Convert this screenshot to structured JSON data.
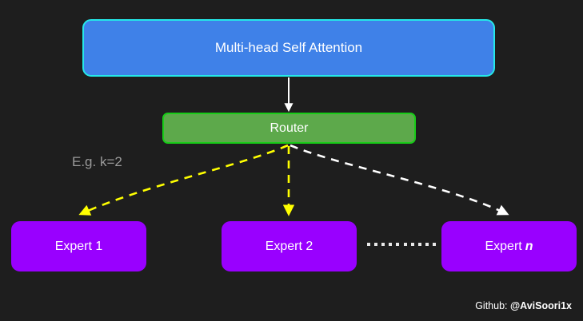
{
  "diagram": {
    "title": "Mixture of Experts routing diagram",
    "background_color": "#1e1e1e",
    "nodes": {
      "attention": {
        "label": "Multi-head Self Attention",
        "fill_color": "#3f81e8",
        "border_color": "#25e8e8"
      },
      "router": {
        "label": "Router",
        "fill_color": "#5da94b",
        "border_color": "#18cc18"
      },
      "expert_1": {
        "label": "Expert 1",
        "fill_color": "#9900ff"
      },
      "expert_2": {
        "label": "Expert 2",
        "fill_color": "#9900ff"
      },
      "expert_n": {
        "label_prefix": "Expert",
        "label_index": "n",
        "fill_color": "#9900ff"
      }
    },
    "annotations": {
      "k_label": "E.g. k=2",
      "k_label_color": "#9a9a9a",
      "ellipsis_dot_count": 10
    },
    "edges": {
      "attention_to_router": {
        "style": "solid",
        "color": "#ffffff"
      },
      "router_to_expert_1": {
        "style": "dashed",
        "color": "#ffff00"
      },
      "router_to_expert_2": {
        "style": "dashed",
        "color": "#ffff00"
      },
      "router_to_expert_n": {
        "style": "dashed",
        "color": "#ffffff"
      }
    },
    "credit": {
      "prefix": "Github: ",
      "handle": "@AviSoori1x"
    }
  }
}
